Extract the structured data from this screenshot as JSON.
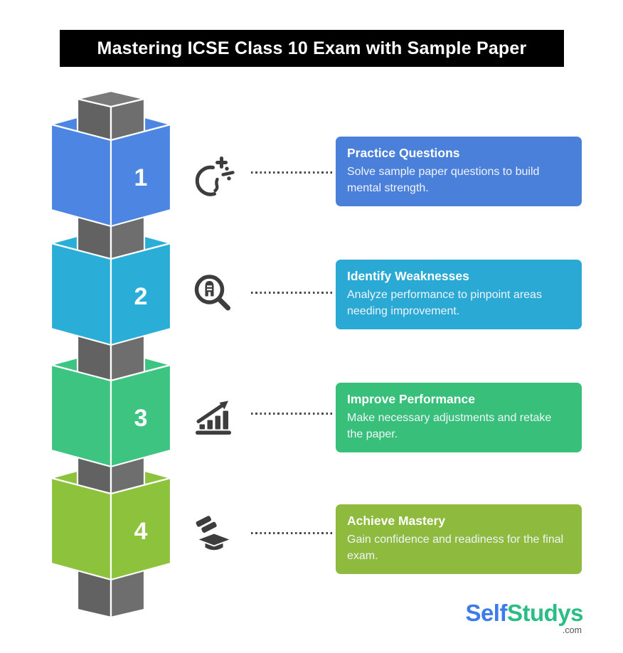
{
  "header": {
    "title": "Mastering ICSE Class 10 Exam with Sample Paper",
    "bg": "#000000"
  },
  "steps": [
    {
      "number": "1",
      "title": "Practice Questions",
      "description": "Solve sample paper questions to build mental strength.",
      "card_color": "#4b80da",
      "box_color": "#4d85e2",
      "icon": "mental-math"
    },
    {
      "number": "2",
      "title": "Identify Weaknesses",
      "description": "Analyze performance to pinpoint areas needing improvement.",
      "card_color": "#29a9d4",
      "box_color": "#2aaed8",
      "icon": "magnifier-analysis"
    },
    {
      "number": "3",
      "title": "Improve Performance",
      "description": "Make necessary adjustments and retake the paper.",
      "card_color": "#38bf7a",
      "box_color": "#3dc480",
      "icon": "growth-chart"
    },
    {
      "number": "4",
      "title": "Achieve Mastery",
      "description": "Gain confidence and readiness for the final exam.",
      "card_color": "#8eba3e",
      "box_color": "#8dc23d",
      "icon": "graduation-cap"
    }
  ],
  "logo": {
    "part1": "Self",
    "part2": "Studys",
    "suffix": ".com",
    "part1_color": "#3d7bea",
    "part2_color": "#2abd85"
  },
  "colors": {
    "background": "#ffffff",
    "column_left": "#626262",
    "column_right": "#6e6e6e",
    "column_top": "#7a7a7a",
    "edge": "#ffffff",
    "icon": "#3d3d3d",
    "dots": "#4a4a4a"
  }
}
